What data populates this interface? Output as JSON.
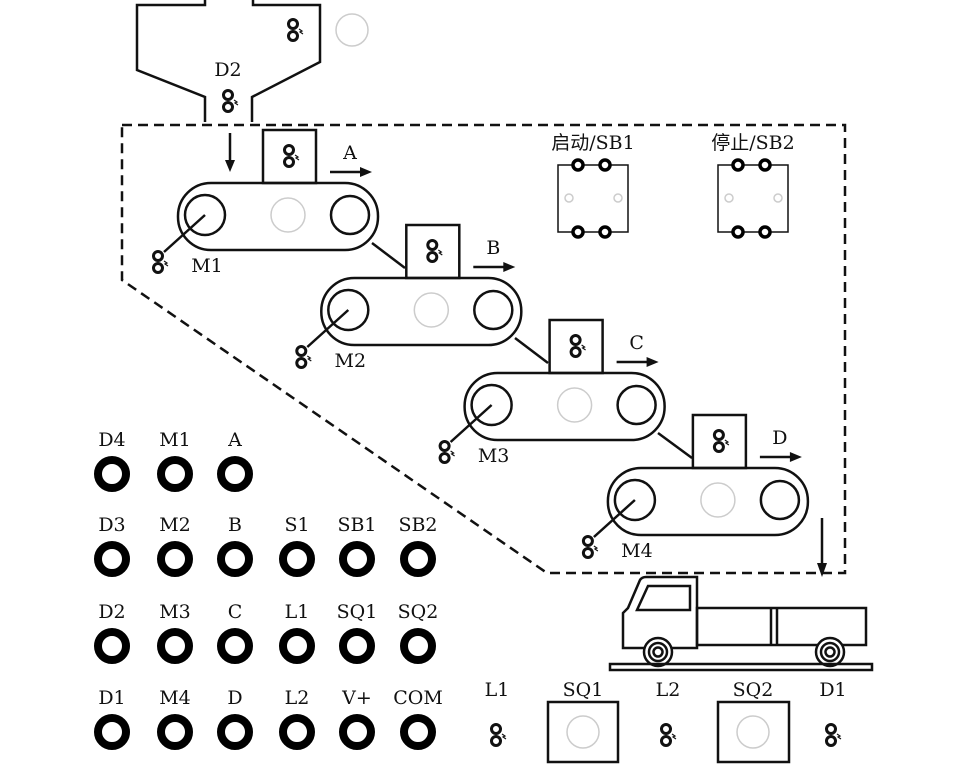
{
  "hopper": {
    "lamp_label": "D2"
  },
  "conveyors": [
    {
      "direction_label": "A",
      "motor_label": "M1"
    },
    {
      "direction_label": "B",
      "motor_label": "M2"
    },
    {
      "direction_label": "C",
      "motor_label": "M3"
    },
    {
      "direction_label": "D",
      "motor_label": "M4"
    }
  ],
  "switches": [
    {
      "label": "启动/SB1"
    },
    {
      "label": "停止/SB2"
    }
  ],
  "bottom_devices": {
    "l1": "L1",
    "sq1": "SQ1",
    "l2": "L2",
    "sq2": "SQ2",
    "d1": "D1"
  },
  "terminals": [
    [
      "D4",
      "M1",
      "A"
    ],
    [
      "D3",
      "M2",
      "B",
      "S1",
      "SB1",
      "SB2"
    ],
    [
      "D2",
      "M3",
      "C",
      "L1",
      "SQ1",
      "SQ2"
    ],
    [
      "D1",
      "M4",
      "D",
      "L2",
      "V+",
      "COM"
    ]
  ]
}
